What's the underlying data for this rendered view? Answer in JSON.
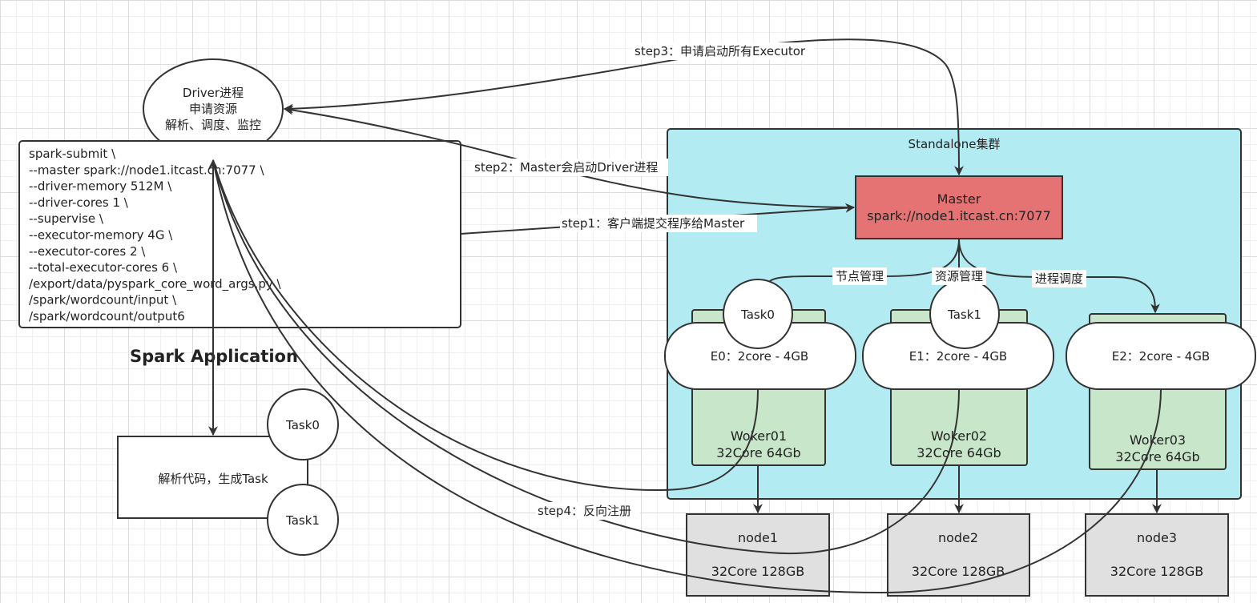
{
  "driver": {
    "line1": "Driver进程",
    "line2": "申请资源",
    "line3": "解析、调度、监控"
  },
  "submit_lines": [
    "spark-submit \\",
    "--master spark://node1.itcast.cn:7077 \\",
    "--driver-memory 512M \\",
    "--driver-cores 1  \\",
    "--supervise \\",
    "--executor-memory 4G \\",
    "--executor-cores 2 \\",
    "--total-executor-cores 6 \\",
    "/export/data/pyspark_core_word_args.py \\",
    "/spark/wordcount/input \\",
    "/spark/wordcount/output6"
  ],
  "app_title": "Spark Application",
  "parse_box": "解析代码，生成Task",
  "task0": "Task0",
  "task1": "Task1",
  "cluster_title": "Standalone集群",
  "master": {
    "line1": "Master",
    "line2": "spark://node1.itcast.cn:7077"
  },
  "steps": {
    "step1": "step1：客户端提交程序给Master",
    "step2": "step2：Master会启动Driver进程",
    "step3": "step3：申请启动所有Executor",
    "step4": "step4：反向注册"
  },
  "mgmt": {
    "node": "节点管理",
    "resource": "资源管理",
    "process": "进程调度"
  },
  "executors": [
    "E0：2core - 4GB",
    "E1：2core - 4GB",
    "E2：2core - 4GB"
  ],
  "workers": [
    {
      "name": "Woker01",
      "spec": "32Core 64Gb"
    },
    {
      "name": "Woker02",
      "spec": "32Core 64Gb"
    },
    {
      "name": "Woker03",
      "spec": "32Core 64Gb"
    }
  ],
  "nodes": [
    {
      "name": "node1",
      "spec": "32Core  128GB"
    },
    {
      "name": "node2",
      "spec": "32Core  128GB"
    },
    {
      "name": "node3",
      "spec": "32Core  128GB"
    }
  ],
  "colors": {
    "cluster": "#b2ebf2",
    "master": "#e57373",
    "worker": "#c8e6c9",
    "node": "#e0e0e0",
    "stroke": "#333333"
  }
}
